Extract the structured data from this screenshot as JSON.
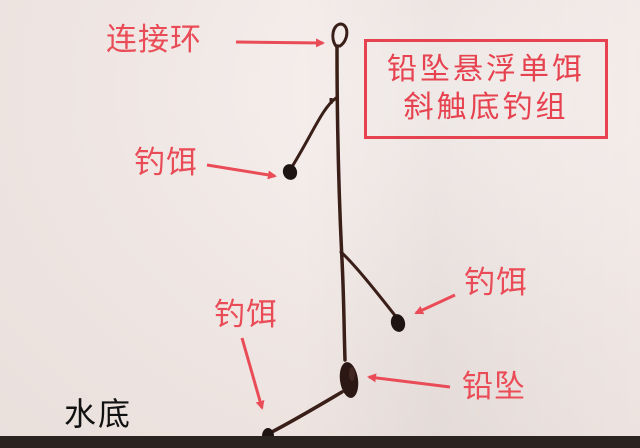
{
  "title": {
    "line1": "铅坠悬浮单饵",
    "line2": "斜触底钓组"
  },
  "labels": {
    "connector_ring": "连接环",
    "bait_upper": "钓饵",
    "bait_right": "钓饵",
    "bait_lower": "钓饵",
    "sinker": "铅坠",
    "bottom": "水底"
  },
  "colors": {
    "annotation": "#ea4c57",
    "line": "#3a1f19",
    "paper": "#f3ece9"
  }
}
